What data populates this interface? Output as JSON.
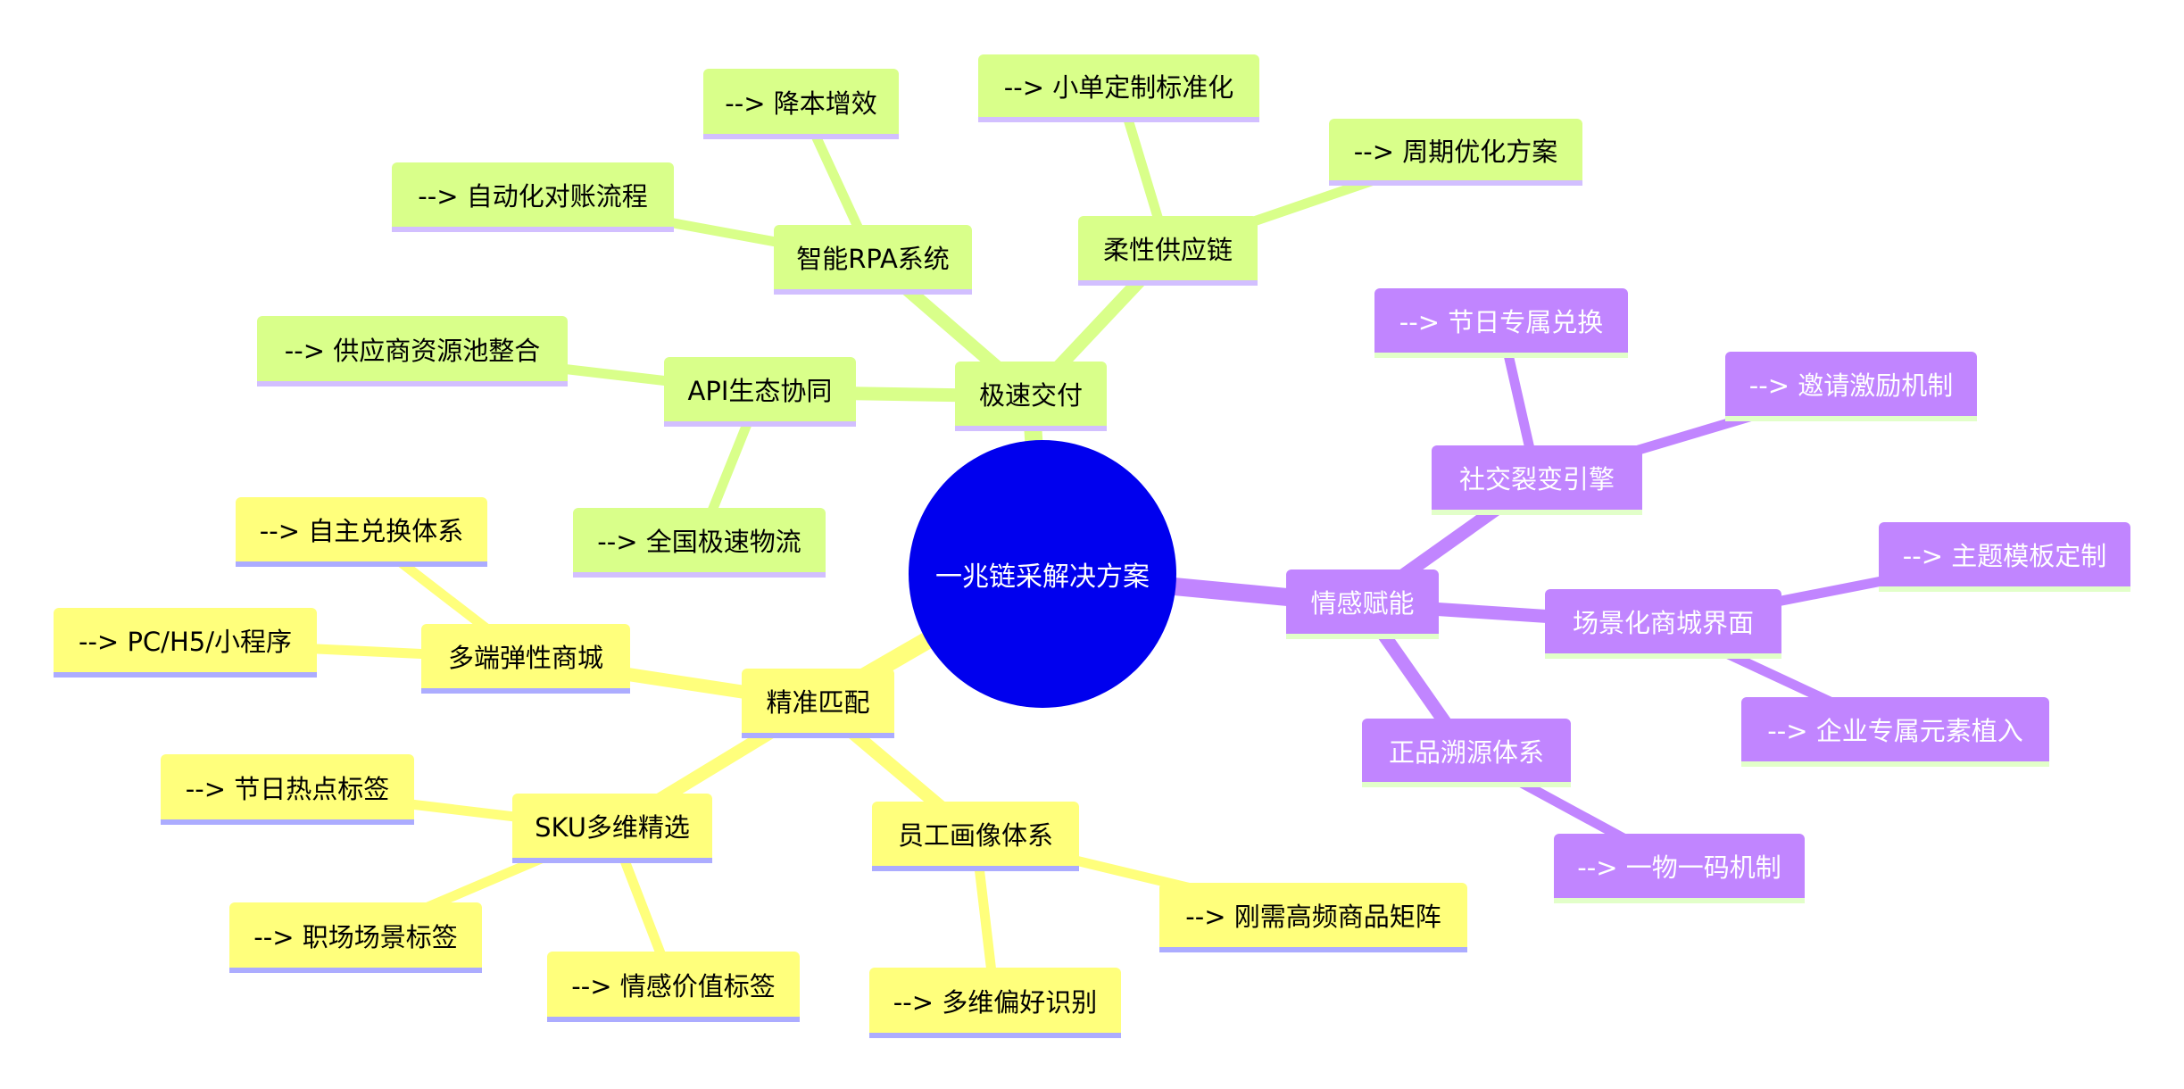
{
  "root": {
    "label": "一兆链采解决方案",
    "color": "#0000ee"
  },
  "branches": {
    "delivery": {
      "label": "极速交付",
      "color": "#d9ff8a",
      "children": {
        "api": {
          "label": "API生态协同",
          "leaves": [
            "--> 供应商资源池整合",
            "--> 全国极速物流"
          ]
        },
        "rpa": {
          "label": "智能RPA系统",
          "leaves": [
            "--> 降本增效",
            "--> 自动化对账流程"
          ]
        },
        "flex": {
          "label": "柔性供应链",
          "leaves": [
            "--> 小单定制标准化",
            "--> 周期优化方案"
          ]
        }
      }
    },
    "emotion": {
      "label": "情感赋能",
      "color": "#c185ff",
      "children": {
        "social": {
          "label": "社交裂变引擎",
          "leaves": [
            "--> 节日专属兑换",
            "--> 邀请激励机制"
          ]
        },
        "scene": {
          "label": "场景化商城界面",
          "leaves": [
            "--> 主题模板定制",
            "--> 企业专属元素植入"
          ]
        },
        "trace": {
          "label": "正品溯源体系",
          "leaves": [
            "--> 一物一码机制"
          ]
        }
      }
    },
    "match": {
      "label": "精准匹配",
      "color": "#ffff7c",
      "children": {
        "mall": {
          "label": "多端弹性商城",
          "leaves": [
            "--> 自主兑换体系",
            "--> PC/H5/小程序"
          ]
        },
        "sku": {
          "label": "SKU多维精选",
          "leaves": [
            "--> 节日热点标签",
            "--> 职场场景标签",
            "--> 情感价值标签"
          ]
        },
        "staff": {
          "label": "员工画像体系",
          "leaves": [
            "--> 刚需高频商品矩阵",
            "--> 多维偏好识别"
          ]
        }
      }
    }
  }
}
